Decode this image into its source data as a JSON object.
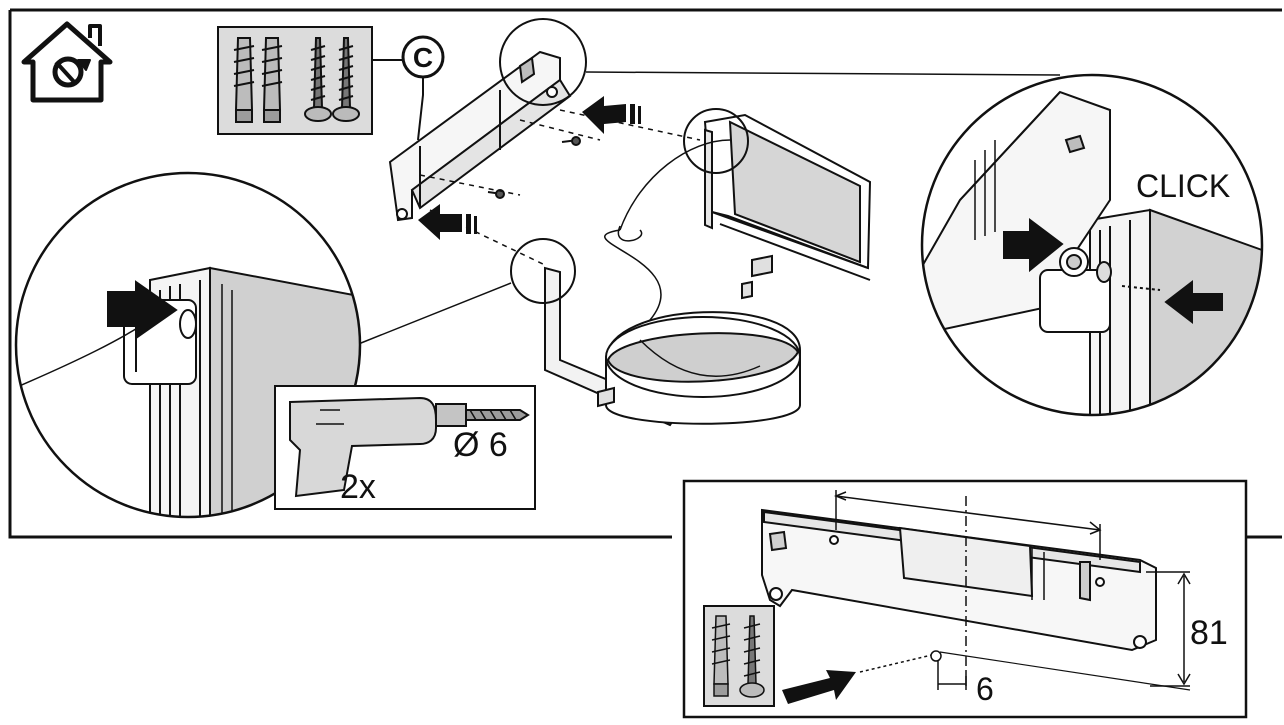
{
  "labels": {
    "part_letter": "C",
    "click": "CLICK",
    "drill_diameter": "Ø 6",
    "drill_count": "2x",
    "dimension_height": "81",
    "dimension_offset": "6"
  },
  "icons": {
    "recirculation_mode": "house-recirculation-icon",
    "wall_plugs_and_screws": "wall-plug-screw-icon",
    "drill": "power-drill-icon",
    "push_arrow": "arrow-icon"
  },
  "colors": {
    "line": "#111111",
    "panel_fill": "#dcdcdc",
    "duct_shade": "#d6d6d6",
    "background": "#ffffff"
  }
}
